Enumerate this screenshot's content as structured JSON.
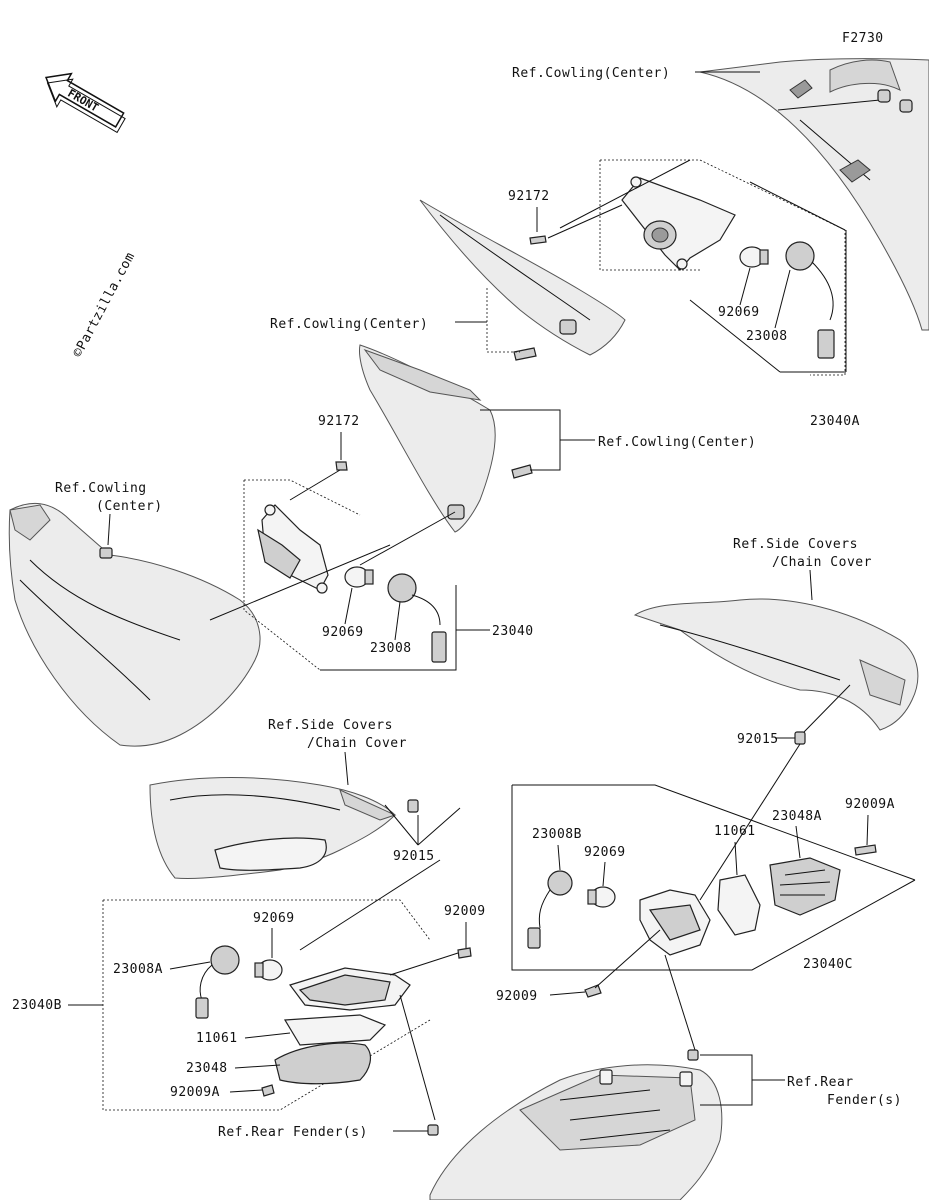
{
  "figure_id": "F2730",
  "front_label": "FRONT",
  "watermark": "©Partzilla.com",
  "labels": {
    "ref_cowling_center_top": "Ref.Cowling(Center)",
    "ref_cowling_center_mid": "Ref.Cowling(Center)",
    "ref_cowling_center_right": "Ref.Cowling(Center)",
    "ref_cowling_center_left_1": "Ref.Cowling",
    "ref_cowling_center_left_2": "(Center)",
    "ref_side_covers_right_1": "Ref.Side Covers",
    "ref_side_covers_right_2": "/Chain Cover",
    "ref_side_covers_left_1": "Ref.Side Covers",
    "ref_side_covers_left_2": "/Chain Cover",
    "ref_rear_fender_right_1": "Ref.Rear",
    "ref_rear_fender_right_2": "Fender(s)",
    "ref_rear_fender_left": "Ref.Rear Fender(s)"
  },
  "parts": {
    "p92172_top": "92172",
    "p92069_top": "92069",
    "p23008_top": "23008",
    "p23040A": "23040A",
    "p92172_mid": "92172",
    "p92069_mid": "92069",
    "p23008_mid": "23008",
    "p23040": "23040",
    "p92015_right": "92015",
    "p23008B": "23008B",
    "p92069_right": "92069",
    "p11061_right": "11061",
    "p23048A": "23048A",
    "p92009A_right": "92009A",
    "p23040C": "23040C",
    "p92009_right": "92009",
    "p92015_left": "92015",
    "p92069_left": "92069",
    "p92009_left": "92009",
    "p23008A": "23008A",
    "p23040B": "23040B",
    "p11061_left": "11061",
    "p23048": "23048",
    "p92009A_left": "92009A"
  }
}
